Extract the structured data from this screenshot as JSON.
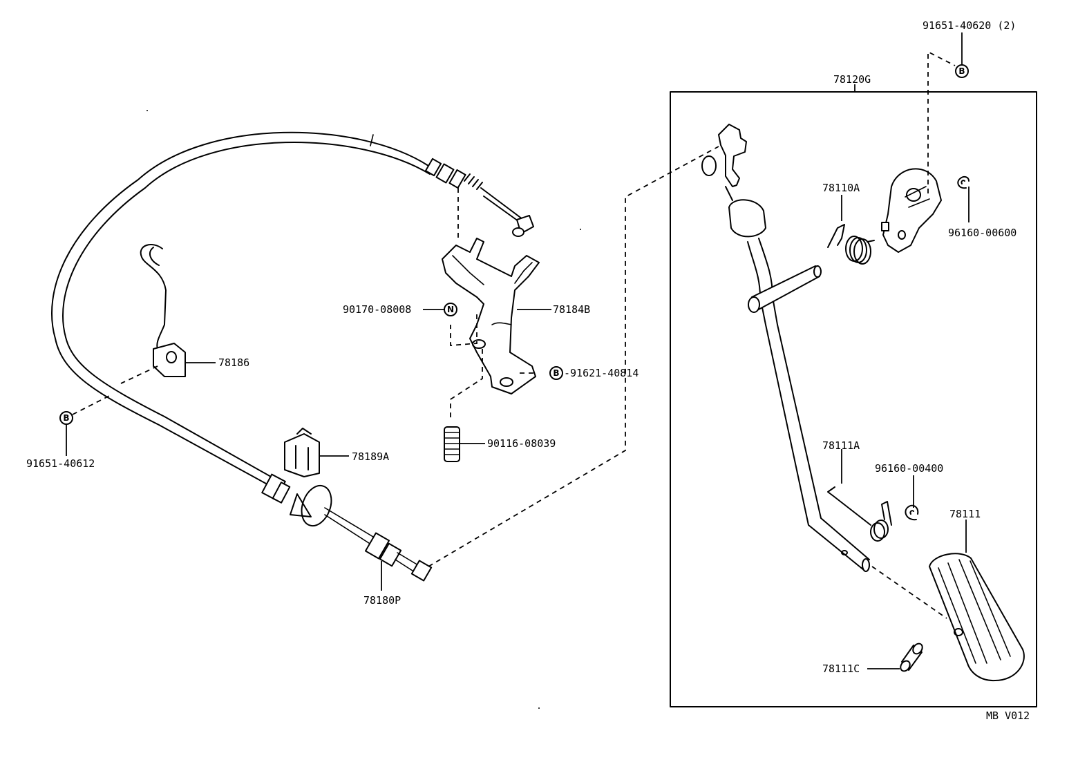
{
  "diagram": {
    "code": "MB V012",
    "assembly_label": "78120G",
    "labels": {
      "p91651_40620": "91651-40620 (2)",
      "p78110A": "78110A",
      "p96160_00600": "96160-00600",
      "p90170_08008": "90170-08008",
      "p78184B": "78184B",
      "p91621_40814": "-91621-40814",
      "p78186": "78186",
      "p91651_40612": "91651-40612",
      "p90116_08039": "90116-08039",
      "p78189A": "78189A",
      "p78180P": "78180P",
      "p78111A": "78111A",
      "p96160_00400": "96160-00400",
      "p78111": "78111",
      "p78111C": "78111C"
    },
    "symbols": {
      "b": "B",
      "n": "N"
    }
  }
}
